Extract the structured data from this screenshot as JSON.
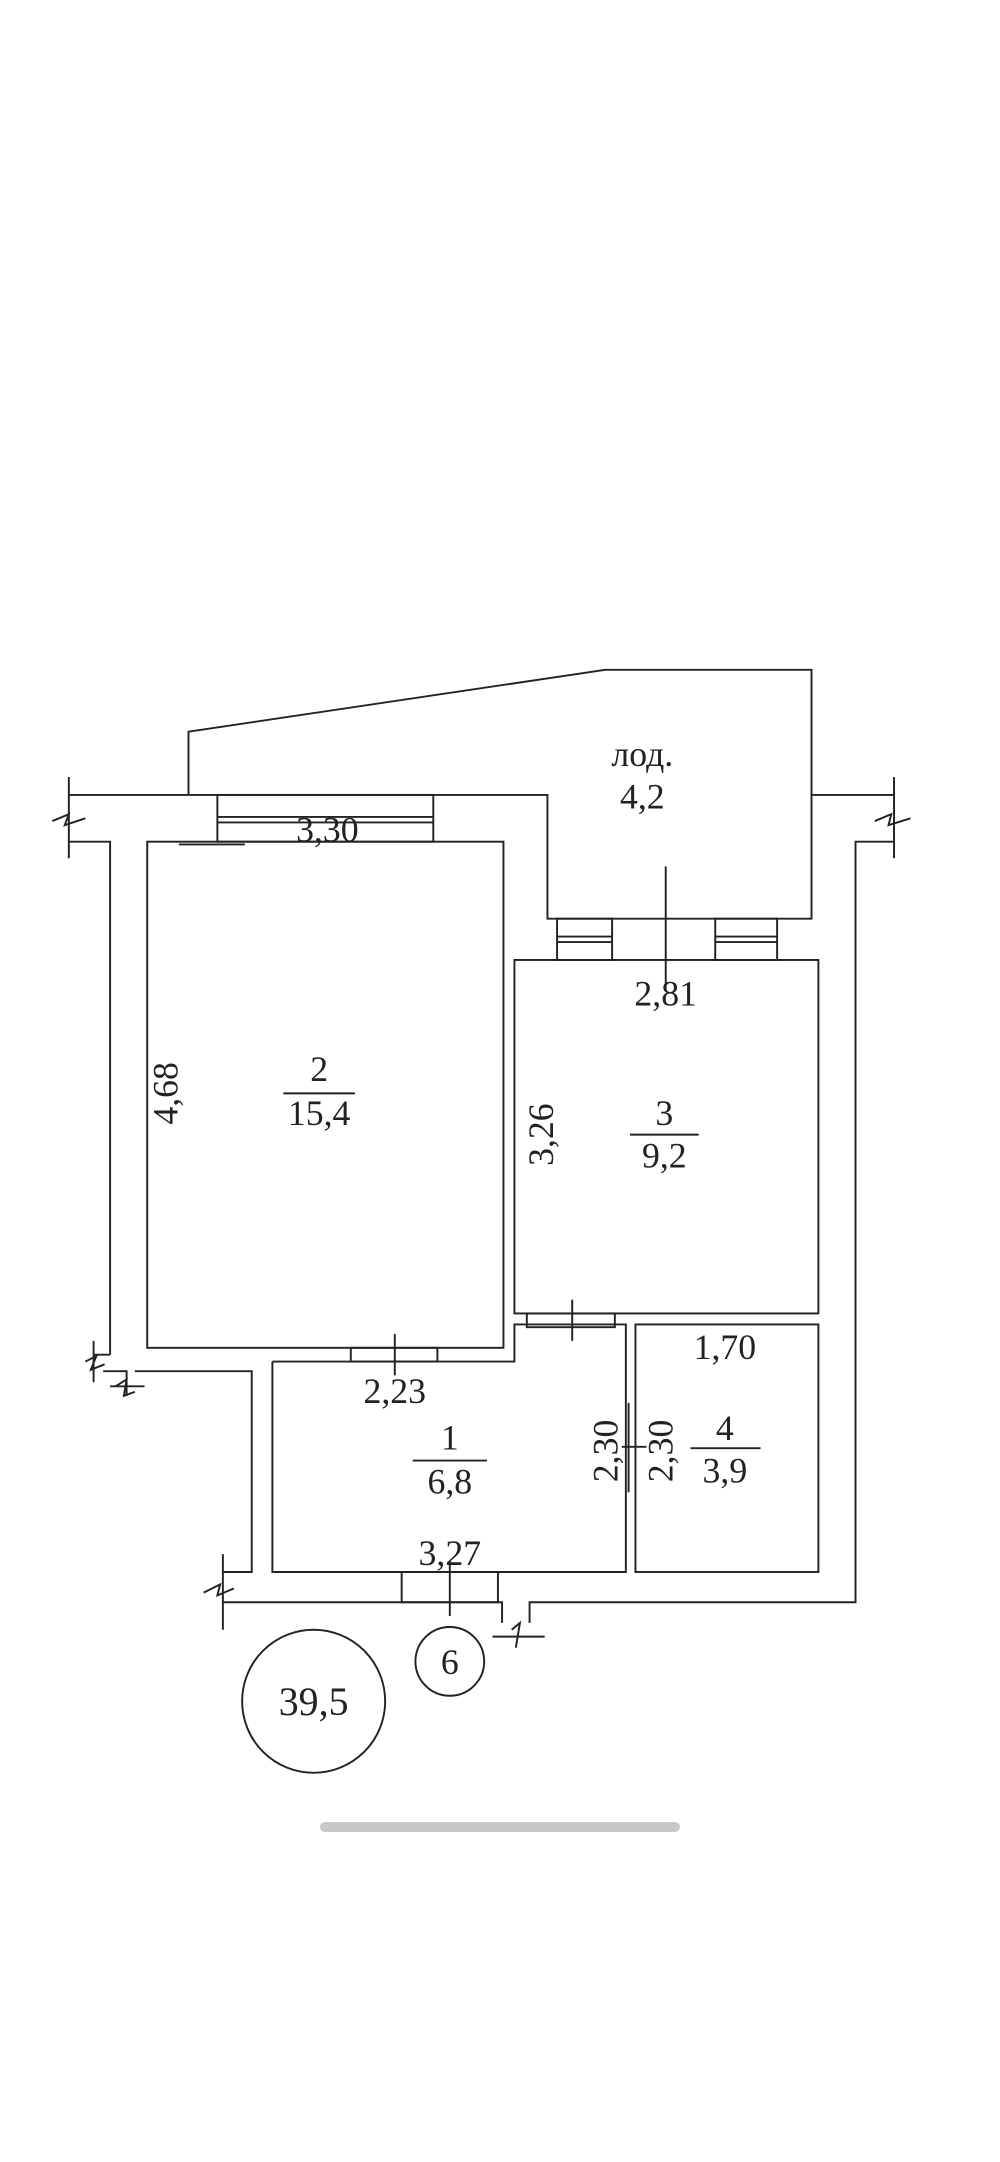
{
  "plan": {
    "loggia": {
      "label": "лод.",
      "area": "4,2"
    },
    "rooms": [
      {
        "number": "1",
        "area": "6,8"
      },
      {
        "number": "2",
        "area": "15,4"
      },
      {
        "number": "3",
        "area": "9,2"
      },
      {
        "number": "4",
        "area": "3,9"
      }
    ],
    "dimensions": {
      "room2_width": "3,30",
      "room2_length": "4,68",
      "room3_width": "2,81",
      "room3_length": "3,26",
      "room1_top": "2,23",
      "room1_bottom": "3,27",
      "room1_side": "2,30",
      "room4_side": "2,30",
      "room4_width": "1,70"
    },
    "apartment_number": "6",
    "total_area": "39,5"
  }
}
